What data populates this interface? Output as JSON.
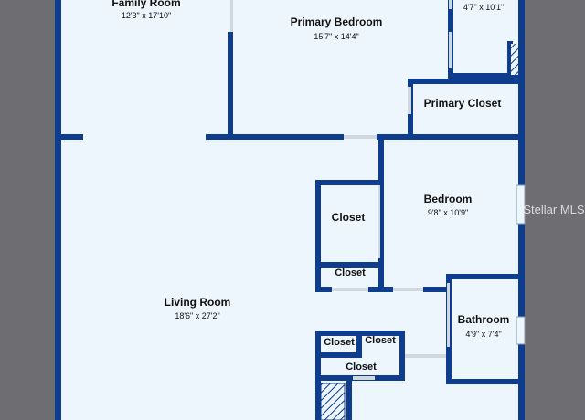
{
  "colors": {
    "background": "#6e6e72",
    "floor": "#eef6fd",
    "wall": "#0e3d8e",
    "window": "#cfd8de",
    "label": "#111111"
  },
  "rooms": {
    "family_room": {
      "name": "Family Room",
      "dims": "12'3\" x 17'10\""
    },
    "primary_bedroom": {
      "name": "Primary Bedroom",
      "dims": "15'7\" x 14'4\""
    },
    "primary_bath": {
      "dims": "4'7\" x 10'1\""
    },
    "primary_closet": {
      "name": "Primary Closet"
    },
    "bedroom": {
      "name": "Bedroom",
      "dims": "9'8\" x 10'9\""
    },
    "closet_bedroom_large": {
      "name": "Closet"
    },
    "closet_bedroom_small": {
      "name": "Closet"
    },
    "living_room": {
      "name": "Living Room",
      "dims": "18'6\" x 27'2\""
    },
    "bathroom": {
      "name": "Bathroom",
      "dims": "4'9\" x 7'4\""
    },
    "closet_hall_left": {
      "name": "Closet"
    },
    "closet_hall_right": {
      "name": "Closet"
    },
    "closet_hall_bottom": {
      "name": "Closet"
    }
  },
  "watermark": {
    "text": "Stellar MLS"
  }
}
